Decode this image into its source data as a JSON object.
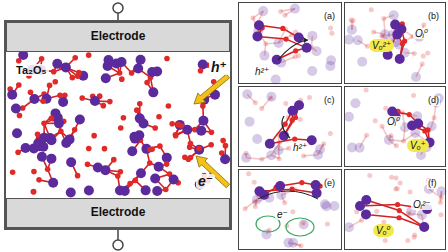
{
  "diagram": {
    "nodes": [
      {
        "text": [
          "Ta₂O₅",
          "h⁺",
          "e⁻"
        ]
      },
      {
        "text": [
          "Electrode"
        ],
        "in": 0
      },
      {
        "text": [
          "Electrode"
        ],
        "in": 0
      },
      {
        "text": [
          "(a)",
          "h²⁺"
        ]
      },
      {
        "text": [
          "(b)",
          "Oᵢ⁰",
          "Vₒ²⁺"
        ]
      },
      {
        "text": [
          "(c)",
          "h²⁺"
        ]
      },
      {
        "text": [
          "(d)",
          "Oᵢ⁰",
          "Vₒ⁺"
        ]
      },
      {
        "text": [
          "(e)",
          "e⁻"
        ]
      },
      {
        "text": [
          "(f)",
          "Oᵢ²⁻",
          "Vₒ⁰"
        ]
      }
    ]
  }
}
